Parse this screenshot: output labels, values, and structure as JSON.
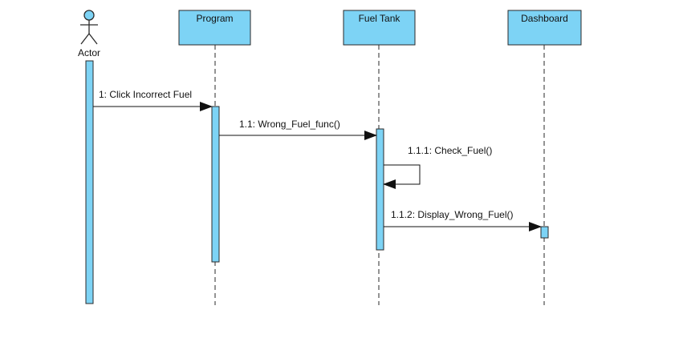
{
  "diagram": {
    "type": "UML sequence diagram",
    "actor": {
      "label": "Actor"
    },
    "lifelines": [
      {
        "id": "program",
        "label": "Program"
      },
      {
        "id": "fuel_tank",
        "label": "Fuel Tank"
      },
      {
        "id": "dashboard",
        "label": "Dashboard"
      }
    ],
    "messages": [
      {
        "id": "m1",
        "label": "1: Click Incorrect Fuel",
        "from": "Actor",
        "to": "Program"
      },
      {
        "id": "m11",
        "label": "1.1: Wrong_Fuel_func()",
        "from": "Program",
        "to": "Fuel Tank"
      },
      {
        "id": "m111",
        "label": "1.1.1: Check_Fuel()",
        "from": "Fuel Tank",
        "to": "Fuel Tank",
        "self_call": true
      },
      {
        "id": "m112",
        "label": "1.1.2: Display_Wrong_Fuel()",
        "from": "Fuel Tank",
        "to": "Dashboard"
      }
    ],
    "colors": {
      "box_fill": "#7dd3f5",
      "box_stroke": "#222222",
      "line": "#222222",
      "text": "#111111",
      "background": "#ffffff"
    }
  }
}
